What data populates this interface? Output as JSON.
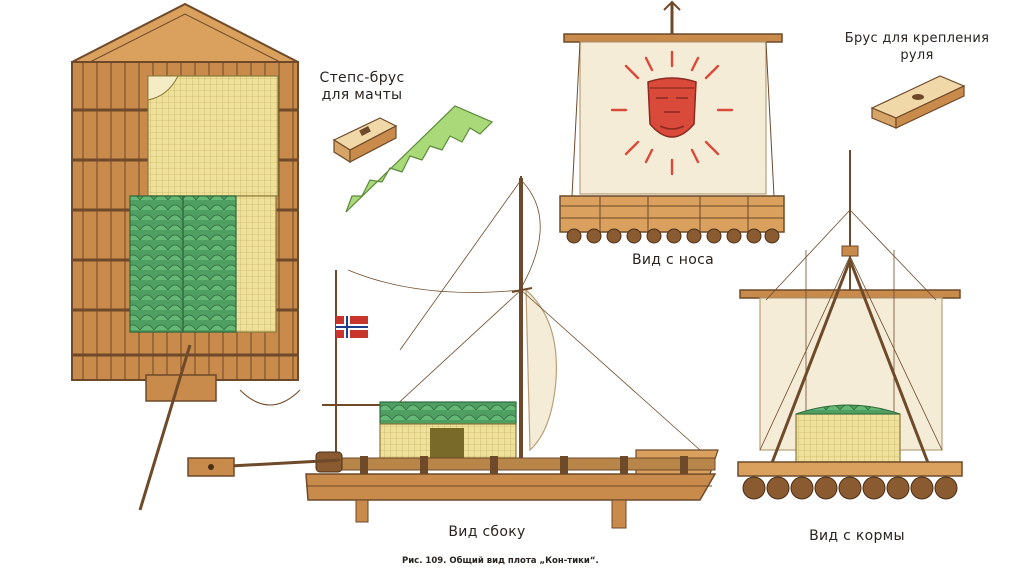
{
  "labels": {
    "mast_step": [
      "Степс-брус",
      "для мачты"
    ],
    "rudder_block": [
      "Брус для крепления",
      "руля"
    ],
    "bow_view": "Вид с носа",
    "side_view": "Вид сбоку",
    "stern_view": "Вид с кормы"
  },
  "caption": "Рис. 109. Общий вид плота „Кон-тики“.",
  "colors": {
    "wood": "#c98b4b",
    "wood_dark": "#6e4a2a",
    "bamboo": "#e8d88a",
    "leaf_green": "#5aa86a",
    "sail": "#f4ecd6",
    "sun_red": "#d94a3a",
    "flag_red": "#c8352c",
    "flag_blue": "#1f3f8a"
  }
}
